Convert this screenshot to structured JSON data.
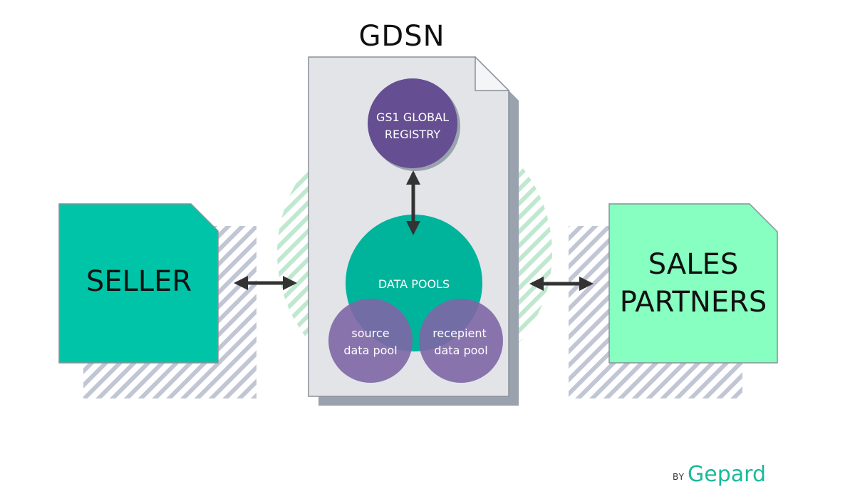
{
  "diagram": {
    "title": "GDSN",
    "seller": {
      "label": "SELLER"
    },
    "sales_partners": {
      "line1": "SALES",
      "line2": "PARTNERS"
    },
    "registry": {
      "line1": "GS1 GLOBAL",
      "line2": "REGISTRY"
    },
    "data_pools": {
      "label": "DATA POOLS"
    },
    "source_pool": {
      "line1": "source",
      "line2": "data pool"
    },
    "recipient_pool": {
      "line1": "recepient",
      "line2": "data pool"
    }
  },
  "branding": {
    "by": "BY",
    "name": "Gepard"
  },
  "colors": {
    "seller": "#00c4a7",
    "sales_partners": "#86ffc0",
    "registry": "#654e91",
    "data_pools": "#00b39b",
    "small_pools": "#7e66a6",
    "document": "#e2e4e8",
    "document_shadow": "#9aa2ad",
    "hatch_gray": "#c0c6d4",
    "hatch_green": "#bfe8cf",
    "arrow": "#333333",
    "brand": "#1ab99a"
  }
}
